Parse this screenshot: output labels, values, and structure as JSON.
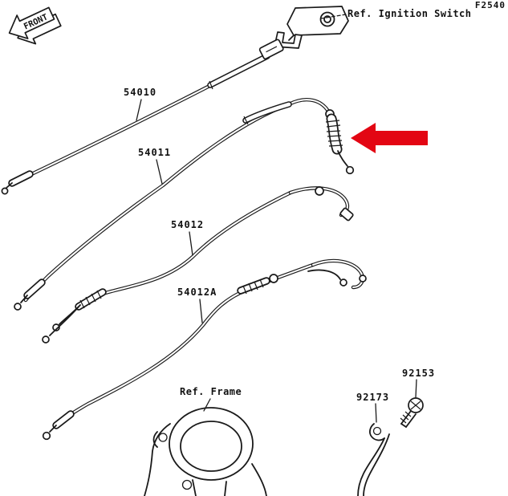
{
  "page": {
    "code": "F2540"
  },
  "front_banner": {
    "label": "FRONT"
  },
  "annotations": {
    "ignition_switch_ref": "Ref. Ignition Switch",
    "frame_ref": "Ref. Frame"
  },
  "parts": [
    {
      "number": "54010"
    },
    {
      "number": "54011"
    },
    {
      "number": "54012"
    },
    {
      "number": "54012A"
    },
    {
      "number": "92153"
    },
    {
      "number": "92173"
    }
  ],
  "colors": {
    "line": "#1a1a1a",
    "highlight_arrow": "#e30613",
    "background": "#ffffff"
  }
}
